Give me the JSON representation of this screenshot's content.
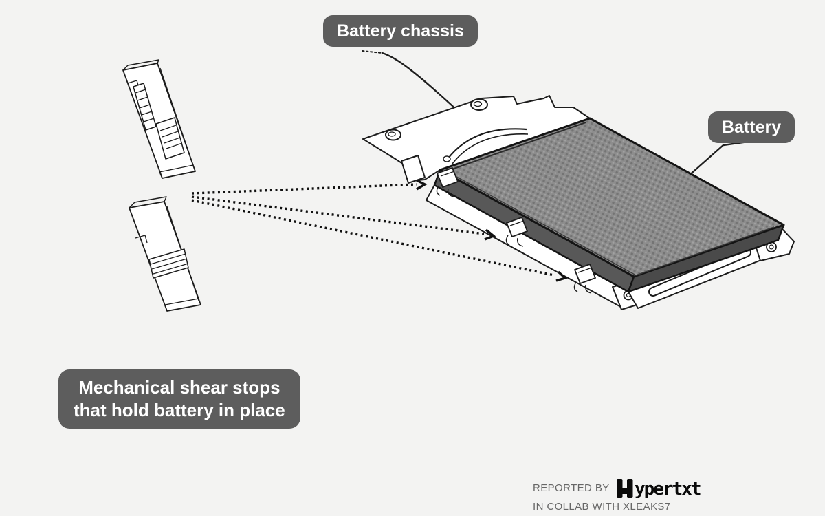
{
  "labels": {
    "chassis": "Battery chassis",
    "battery": "Battery",
    "shear_line1": "Mechanical shear stops",
    "shear_line2": "that hold battery in place"
  },
  "branding": {
    "reported_by": "REPORTED BY",
    "logo_text": "Hypertxt",
    "logo_text_rest": "ypertxt",
    "collab": "IN COLLAB WITH XLEAKS7"
  },
  "icons": {
    "logo_mark": "hypertxt-h-icon",
    "arrows": "dotted-arrow-icon"
  },
  "colors": {
    "background": "#f3f3f2",
    "label_bg": "#5d5d5d",
    "label_text": "#ffffff",
    "line_art": "#1c1c1c",
    "battery_fill": "#8d8d8d",
    "battery_side": "#585858",
    "muted_text": "#676767",
    "logo_black": "#0a0a0a"
  }
}
